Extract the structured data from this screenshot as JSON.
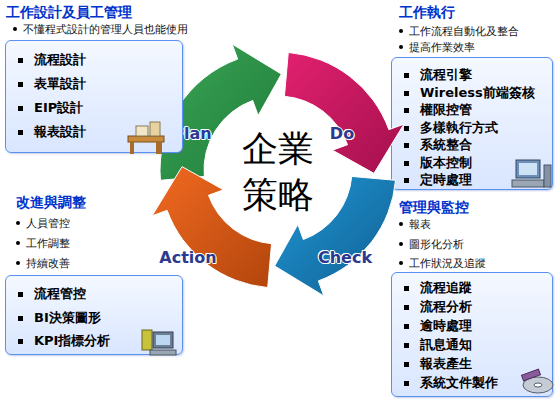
{
  "diagram": {
    "nodes": [
      {
        "text": [
          "工作設計及員工管理",
          "不懂程式設計的管理人員也能使用",
          "流程設計",
          "表單設計",
          "EIP設計",
          "報表設計"
        ]
      },
      {
        "text": [
          "工作執行",
          "工作流程自動化及整合",
          "提高作業效率",
          "流程引擎",
          "Wireless前端簽核",
          "權限控管",
          "多樣執行方式",
          "系統整合",
          "版本控制",
          "定時處理"
        ]
      },
      {
        "text": [
          "改進與調整",
          "人員管控",
          "工作調整",
          "持續改善",
          "流程管控",
          "BI決策圖形",
          "KPI指標分析"
        ]
      },
      {
        "text": [
          "管理與監控",
          "報表",
          "圖形化分析",
          "工作狀況及追蹤",
          "流程追蹤",
          "流程分析",
          "逾時處理",
          "訊息通知",
          "報表產生",
          "系統文件製作"
        ]
      },
      {
        "text": [
          "Plan"
        ]
      },
      {
        "text": [
          "Do"
        ]
      },
      {
        "text": [
          "Check"
        ]
      },
      {
        "text": [
          "Action"
        ]
      }
    ],
    "labels": [
      "企業 策略"
    ]
  }
}
